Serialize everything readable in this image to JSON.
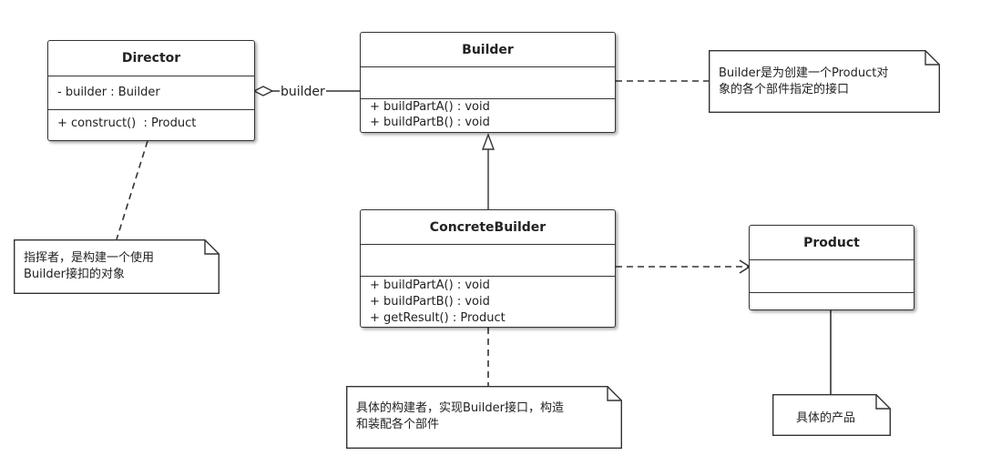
{
  "director": {
    "name": "Director",
    "attributes": [
      "- builder : Builder"
    ],
    "operations": [
      "+ construct()  : Product"
    ]
  },
  "builder": {
    "name": "Builder",
    "attributes": [],
    "operations": [
      "+ buildPartA() : void",
      "+ buildPartB() : void"
    ]
  },
  "concrete_builder": {
    "name": "ConcreteBuilder",
    "attributes": [],
    "operations": [
      "+ buildPartA() : void",
      "+ buildPartB() : void",
      "+ getResult() : Product"
    ]
  },
  "product": {
    "name": "Product",
    "attributes": [],
    "operations": []
  },
  "association_label": "builder",
  "notes": {
    "builder_note": [
      "Builder是为创建一个Product对",
      "象的各个部件指定的接口"
    ],
    "director_note": [
      "指挥者，是构建一个使用",
      "Builder接扣的对象"
    ],
    "concrete_note": [
      "具体的构建者，实现Builder接口，构造",
      "和装配各个部件"
    ],
    "product_note": [
      "具体的产品"
    ]
  },
  "colors": {
    "line": "#333333",
    "shadow": "rgba(0,0,0,0.35)"
  }
}
